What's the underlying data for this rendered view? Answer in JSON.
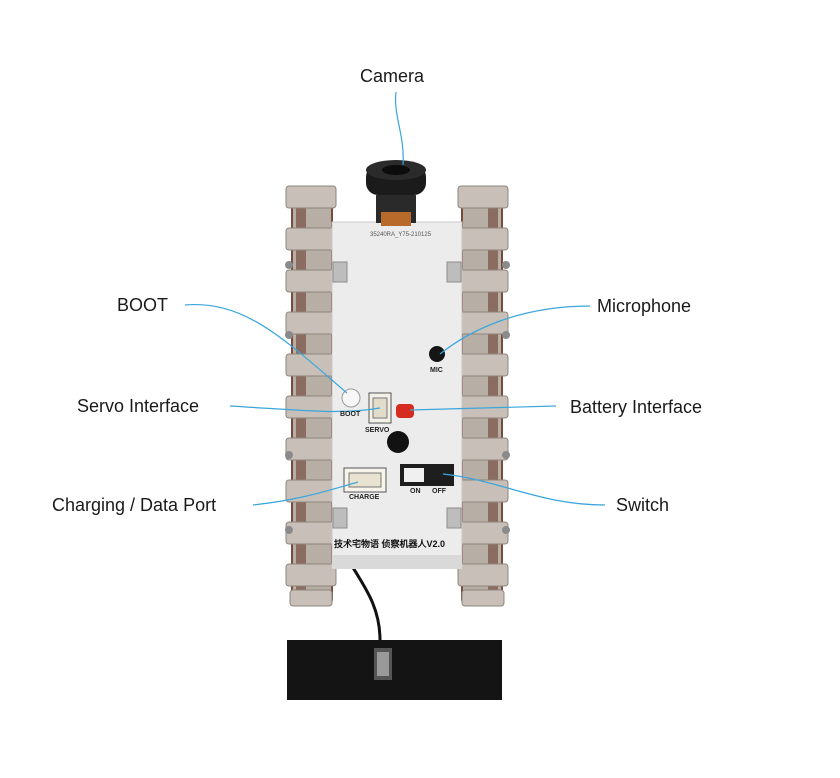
{
  "labels": {
    "camera": "Camera",
    "boot": "BOOT",
    "microphone": "Microphone",
    "servo_interface": "Servo Interface",
    "battery_interface": "Battery Interface",
    "charging_data_port": "Charging / Data Port",
    "switch": "Switch"
  },
  "board_text": {
    "lens_code": "35240RA_Y75-210125",
    "mic": "MIC",
    "boot": "BOOT",
    "servo": "SERVO",
    "charge": "CHARGE",
    "on": "ON",
    "off": "OFF",
    "title": "技术宅物语 侦察机器人V2.0"
  },
  "colors": {
    "leader_line": "#3aa6dc",
    "track": "#b7aea6",
    "track_edge": "#7a4a3c",
    "board": "#ececec",
    "antenna": "#141414"
  }
}
